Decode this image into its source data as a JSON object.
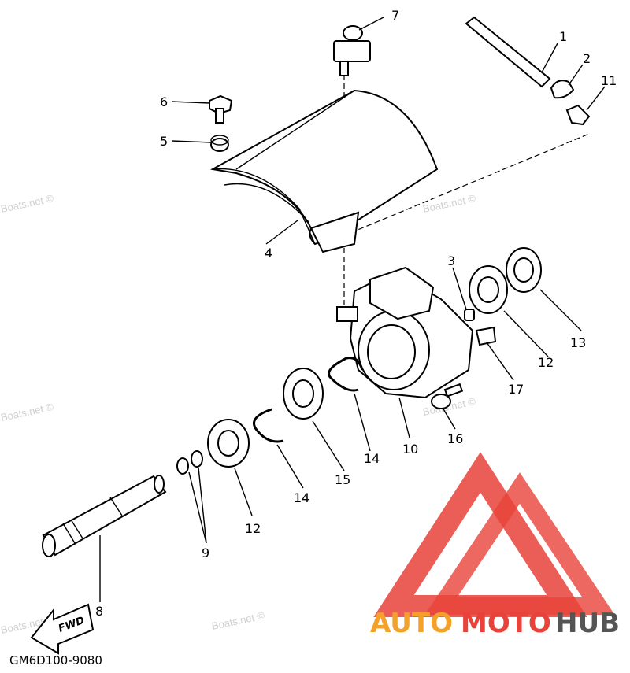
{
  "diagram": {
    "code": "GM6D100-9080",
    "fwd_label": "FWD",
    "watermark": "Boats.net ©",
    "logo": {
      "auto": "AUTO",
      "moto": "MOTO",
      "hub": "HUB",
      "color_red": "#e8423a",
      "color_orange": "#f4a12a",
      "color_gray": "#555555"
    },
    "callouts": [
      "1",
      "2",
      "3",
      "4",
      "5",
      "6",
      "7",
      "8",
      "9",
      "10",
      "11",
      "12",
      "12",
      "13",
      "14",
      "14",
      "15",
      "16",
      "17"
    ]
  }
}
